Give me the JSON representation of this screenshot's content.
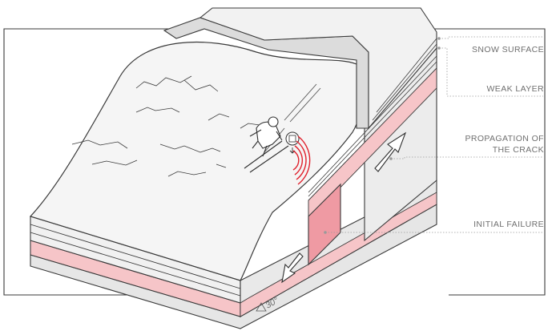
{
  "labels": {
    "snow_surface": "SNOW SURFACE",
    "weak_layer": "WEAK LAYER",
    "propagation_line1": "PROPAGATION OF",
    "propagation_line2": "THE CRACK",
    "initial_failure": "INITIAL FAILURE"
  },
  "slope_angle": "30°",
  "colors": {
    "outline": "#3a3a3a",
    "snow": "#f3f3f3",
    "snow_side": "#e2e2e2",
    "weak_layer": "#f6c5c8",
    "failure_zone": "#ef9aa3",
    "wave": "#e0202c",
    "leader": "#9a9a9a"
  },
  "icons": [
    "skier-icon",
    "avalanche-beacon-icon",
    "arrow-up-right-icon",
    "arrow-down-left-icon",
    "angle-icon"
  ]
}
